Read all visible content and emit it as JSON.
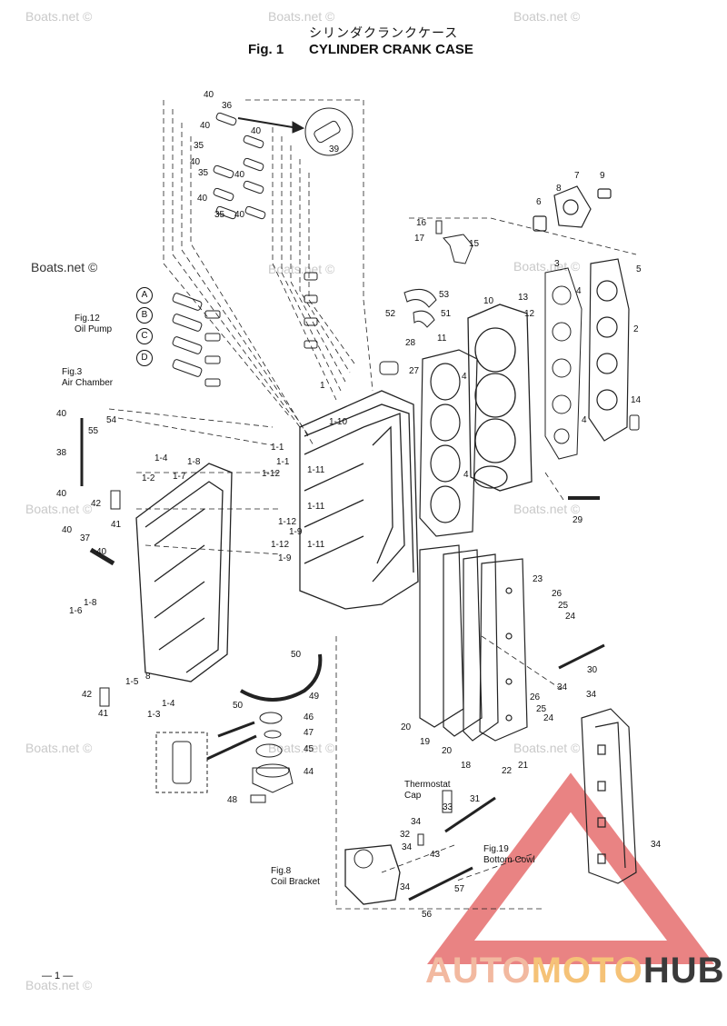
{
  "header": {
    "title_jp": "シリンダクランクケース",
    "fig_label": "Fig. 1",
    "title_en": "CYLINDER CRANK CASE"
  },
  "watermarks": [
    "Boats.net ©",
    "Boats.net ©",
    "Boats.net ©",
    "Boats.net ©",
    "Boats.net ©",
    "Boats.net ©",
    "Boats.net ©",
    "Boats.net ©",
    "Boats.net ©",
    "Boats.net ©",
    "Boats.net ©"
  ],
  "side_watermark": "Boats.net ©",
  "references": {
    "oil_pump": "Fig.12\nOil Pump",
    "air_chamber": "Fig.3\nAir Chamber",
    "thermostat_cap": "Thermostat\nCap",
    "bottom_cowl": "Fig.19\nBottom Cowl",
    "coil_bracket": "Fig.8\nCoil Bracket"
  },
  "circle_letters": [
    "A",
    "B",
    "C",
    "D"
  ],
  "part_numbers": {
    "p40a": "40",
    "p36": "36",
    "p40b": "40",
    "p40c": "40",
    "p35a": "35",
    "p39": "39",
    "p40d": "40",
    "p35b": "35",
    "p40e": "40",
    "p40f": "40",
    "p35c": "35",
    "p40g": "40",
    "p16": "16",
    "p17": "17",
    "p15": "15",
    "p53": "53",
    "p52": "52",
    "p51": "51",
    "p6": "6",
    "p7": "7",
    "p8": "8",
    "p9": "9",
    "p3": "3",
    "p4a": "4",
    "p5": "5",
    "p2": "2",
    "p10": "10",
    "p13": "13",
    "p12": "12",
    "p11": "11",
    "p28": "28",
    "p27": "27",
    "p1": "1",
    "p1_10": "1-10",
    "p1_1a": "1-1",
    "p1_1b": "1-1",
    "p1_12a": "1-12",
    "p1_11a": "1-11",
    "p1_11b": "1-11",
    "p1_12b": "1-12",
    "p1_9a": "1-9",
    "p1_12c": "1-12",
    "p1_11c": "1-11",
    "p1_9b": "1-9",
    "p40h": "40",
    "p55": "55",
    "p54": "54",
    "p38": "38",
    "p40i": "40",
    "p42a": "42",
    "p41a": "41",
    "p1_4a": "1-4",
    "p1_8a": "1-8",
    "p1_2": "1-2",
    "p1_7": "1-7",
    "p40j": "40",
    "p37": "37",
    "p40k": "40",
    "p1_8b": "1-8",
    "p1_6": "1-6",
    "p14": "14",
    "p4b": "4",
    "p29": "29",
    "p4c": "4",
    "p4d": "4",
    "p23": "23",
    "p26a": "26",
    "p25a": "25",
    "p24a": "24",
    "p50a": "50",
    "p30": "30",
    "p42b": "42",
    "p1_5": "1-5",
    "p8b": "8",
    "p1_4b": "1-4",
    "p1_3": "1-3",
    "p41b": "41",
    "p50b": "50",
    "p49": "49",
    "p46": "46",
    "p47": "47",
    "p45": "45",
    "p44": "44",
    "p48": "48",
    "p20a": "20",
    "p19": "19",
    "p20b": "20",
    "p18": "18",
    "p34a": "34",
    "p26b": "26",
    "p25b": "25",
    "p24b": "24",
    "p22": "22",
    "p21": "21",
    "p34b": "34",
    "p33": "33",
    "p31": "31",
    "p34c": "34",
    "p32": "32",
    "p43": "43",
    "p34d": "34",
    "p57": "57",
    "p34e": "34",
    "p56": "56",
    "p34f": "34"
  },
  "page_number": "— 1 —",
  "logo": {
    "part1": "AUTO",
    "part2": "MOTO",
    "part3": "HUB"
  },
  "colors": {
    "logo_triangle": "#e25a5a",
    "logo_auto": "#f2b9a0",
    "logo_moto": "#f5c277",
    "logo_hub": "#3a3a3a"
  }
}
